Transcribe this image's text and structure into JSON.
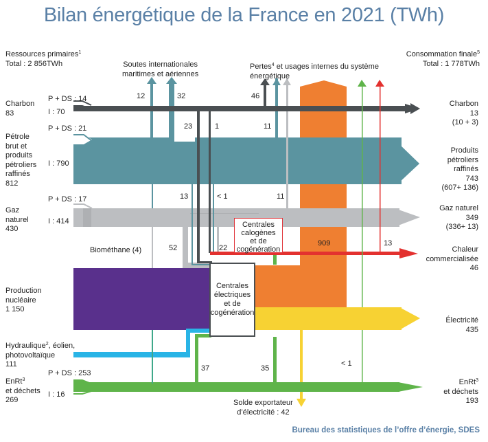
{
  "title": "Bilan énergétique de la France en 2021 (TWh)",
  "header": {
    "left": {
      "line1": "Ressources primaires",
      "sup": "1",
      "line2": "Total : 2 856TWh"
    },
    "right": {
      "line1": "Consommation finale",
      "sup": "5",
      "line2": "Total : 1 778TWh"
    },
    "soutes": {
      "line1": "Soutes internationales",
      "line2": "maritimes et aériennes"
    },
    "pertes": {
      "line1a": "Pertes",
      "sup": "4",
      "line1b": " et usages internes du système",
      "line2": "énergétique"
    }
  },
  "sources": {
    "charbon": {
      "name": "Charbon",
      "total": "83",
      "pds": "P + DS : 14",
      "imp": "I : 70"
    },
    "petrole": {
      "l1": "Pétrole",
      "l2": "brut et",
      "l3": "produits",
      "l4": "pétroliers",
      "l5": "raffinés",
      "total": "812",
      "pds": "P + DS : 21",
      "imp": "I : 790"
    },
    "gaz": {
      "l1": "Gaz",
      "l2": "naturel",
      "total": "430",
      "pds": "P + DS : 17",
      "imp": "I : 414"
    },
    "nucleaire": {
      "l1": "Production",
      "l2": "nucléaire",
      "total": "1 150"
    },
    "hydro": {
      "l1a": "Hydraulique",
      "sup": "2",
      "l1b": ", éolien,",
      "l2": "photovoltaïque",
      "total": "111"
    },
    "enrt": {
      "l1": "EnRt",
      "sup": "3",
      "l2": "et déchets",
      "total": "269",
      "pds": "P + DS : 253",
      "imp": "I : 16"
    }
  },
  "flows": {
    "soutes_petrole_a": "12",
    "soutes_petrole_b": "32",
    "pertes_charbon": "46",
    "charbon_to_centrales": "23",
    "charbon_to_calo": "1",
    "petrole_pertes": "11",
    "petrole_to_centrales": "13",
    "petrole_to_calo": "< 1",
    "gaz_pertes": "11",
    "biomethane": "Biométhane (4)",
    "gaz_to_centrales": "52",
    "gaz_to_calo": "22",
    "pertes_elec": "909",
    "chaleur_pertes": "13",
    "enrt_to_centrales": "37",
    "enrt_to_calo": "35",
    "enrt_pertes": "< 1"
  },
  "nodes": {
    "centrales_elec": {
      "l1": "Centrales",
      "l2": "électriques",
      "l3": "et de",
      "l4": "cogénération"
    },
    "centrales_calo": {
      "l1": "Centrales",
      "l2": "calogènes",
      "l3": "et de",
      "l4": "cogénération"
    }
  },
  "outputs": {
    "charbon": {
      "name": "Charbon",
      "total": "13",
      "detail": "(10 + 3)"
    },
    "petrole": {
      "l1": "Produits",
      "l2": "pétroliers",
      "l3": "raffinés",
      "total": "743",
      "detail": "(607+ 136)"
    },
    "gaz": {
      "name": "Gaz naturel",
      "total": "349",
      "detail": "(336+ 13)"
    },
    "chaleur": {
      "l1": "Chaleur",
      "l2": "commercialisée",
      "total": "46"
    },
    "electricite": {
      "name": "Électricité",
      "total": "435"
    },
    "enrt": {
      "l1": "EnRt",
      "sup": "3",
      "l2": "et déchets",
      "total": "193"
    },
    "export": {
      "l1": "Solde exportateur",
      "l2": "d’électricité : 42"
    }
  },
  "footer": "Bureau des statistiques de l’offre d’énergie, SDES",
  "colors": {
    "charbon": "#4a4f52",
    "petrole": "#5b94a0",
    "gaz": "#bcbec1",
    "nucleaire": "#59308c",
    "hydro": "#29b4e6",
    "enrt": "#5fb44a",
    "pertes": "#ef7f31",
    "electricite": "#f7d233",
    "chaleur": "#e3312f",
    "title": "#5a80a6"
  },
  "chart_data": {
    "type": "sankey",
    "title": "Bilan énergétique de la France en 2021 (TWh)",
    "primary_total": 2856,
    "final_total": 1778,
    "sources": [
      {
        "name": "Charbon",
        "value": 83,
        "pds": 14,
        "imports": 70
      },
      {
        "name": "Pétrole brut et produits pétroliers raffinés",
        "value": 812,
        "pds": 21,
        "imports": 790
      },
      {
        "name": "Gaz naturel",
        "value": 430,
        "pds": 17,
        "imports": 414
      },
      {
        "name": "Production nucléaire",
        "value": 1150
      },
      {
        "name": "Hydraulique, éolien, photovoltaïque",
        "value": 111
      },
      {
        "name": "EnRt et déchets",
        "value": 269,
        "pds": 253,
        "imports": 16
      }
    ],
    "links": [
      {
        "source": "Pétrole",
        "target": "Soutes internationales",
        "value": 12
      },
      {
        "source": "Pétrole",
        "target": "Soutes internationales",
        "value": 32
      },
      {
        "source": "Charbon",
        "target": "Pertes",
        "value": 46
      },
      {
        "source": "Charbon",
        "target": "Centrales électriques",
        "value": 23
      },
      {
        "source": "Charbon",
        "target": "Centrales calogènes",
        "value": 1
      },
      {
        "source": "Pétrole",
        "target": "Pertes",
        "value": 11
      },
      {
        "source": "Pétrole",
        "target": "Centrales électriques",
        "value": 13
      },
      {
        "source": "Pétrole",
        "target": "Centrales calogènes",
        "value": "<1"
      },
      {
        "source": "Gaz naturel",
        "target": "Pertes",
        "value": 11
      },
      {
        "source": "Gaz naturel",
        "target": "Centrales électriques",
        "value": 52
      },
      {
        "source": "Gaz naturel",
        "target": "Centrales calogènes",
        "value": 22
      },
      {
        "source": "Biométhane",
        "target": "Gaz naturel",
        "value": 4
      },
      {
        "source": "Centrales électriques",
        "target": "Pertes",
        "value": 909
      },
      {
        "source": "Centrales calogènes",
        "target": "Pertes",
        "value": 13
      },
      {
        "source": "EnRt et déchets",
        "target": "Centrales électriques",
        "value": 37
      },
      {
        "source": "EnRt et déchets",
        "target": "Centrales calogènes",
        "value": 35
      },
      {
        "source": "EnRt et déchets",
        "target": "Pertes",
        "value": "<1"
      },
      {
        "source": "Électricité",
        "target": "Solde exportateur",
        "value": 42
      }
    ],
    "outputs": [
      {
        "name": "Charbon",
        "value": 13,
        "detail": "10 + 3"
      },
      {
        "name": "Produits pétroliers raffinés",
        "value": 743,
        "detail": "607 + 136"
      },
      {
        "name": "Gaz naturel",
        "value": 349,
        "detail": "336 + 13"
      },
      {
        "name": "Chaleur commercialisée",
        "value": 46
      },
      {
        "name": "Électricité",
        "value": 435
      },
      {
        "name": "EnRt et déchets",
        "value": 193
      }
    ]
  }
}
